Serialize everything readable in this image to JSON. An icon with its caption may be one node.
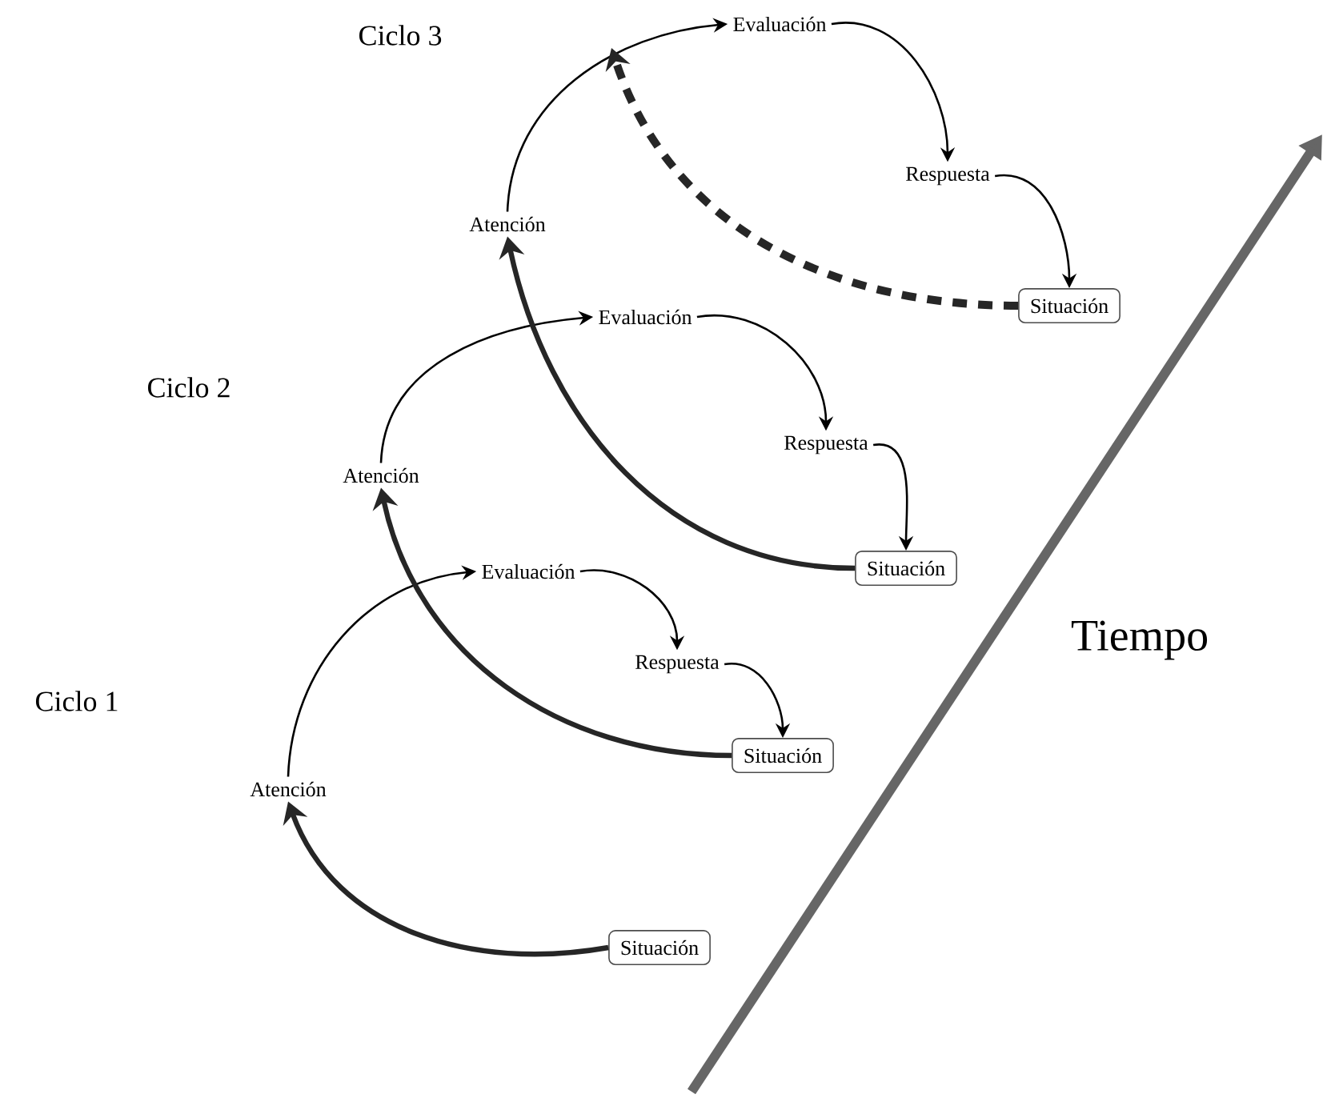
{
  "diagram": {
    "nodes": [
      {
        "text": [
          "Situación"
        ]
      },
      {
        "text": [
          "Atención"
        ]
      },
      {
        "text": [
          "Evaluación"
        ]
      },
      {
        "text": [
          "Respuesta"
        ]
      },
      {
        "text": [
          "Situación"
        ]
      },
      {
        "text": [
          "Atención"
        ]
      },
      {
        "text": [
          "Evaluación"
        ]
      },
      {
        "text": [
          "Respuesta"
        ]
      },
      {
        "text": [
          "Situación"
        ]
      },
      {
        "text": [
          "Atención"
        ]
      },
      {
        "text": [
          "Evaluación"
        ]
      },
      {
        "text": [
          "Respuesta"
        ]
      },
      {
        "text": [
          "Situación"
        ]
      }
    ],
    "edges": [
      {
        "from": 0,
        "to": 1,
        "arrow": "to",
        "style": "thick"
      },
      {
        "from": 1,
        "to": 2,
        "arrow": "to"
      },
      {
        "from": 2,
        "to": 3,
        "arrow": "to"
      },
      {
        "from": 3,
        "to": 4,
        "arrow": "to"
      },
      {
        "from": 4,
        "to": 5,
        "arrow": "to",
        "style": "thick"
      },
      {
        "from": 5,
        "to": 6,
        "arrow": "to"
      },
      {
        "from": 6,
        "to": 7,
        "arrow": "to"
      },
      {
        "from": 7,
        "to": 8,
        "arrow": "to"
      },
      {
        "from": 8,
        "to": 9,
        "arrow": "to",
        "style": "thick"
      },
      {
        "from": 9,
        "to": 10,
        "arrow": "to"
      },
      {
        "from": 10,
        "to": 11,
        "arrow": "to"
      },
      {
        "from": 11,
        "to": 12,
        "arrow": "to"
      },
      {
        "from": 12,
        "to": null,
        "arrow": "to",
        "style": "dashed"
      }
    ],
    "labels": [
      "Ciclo 3",
      "Ciclo 2",
      "Ciclo 1",
      "Tiempo"
    ]
  }
}
